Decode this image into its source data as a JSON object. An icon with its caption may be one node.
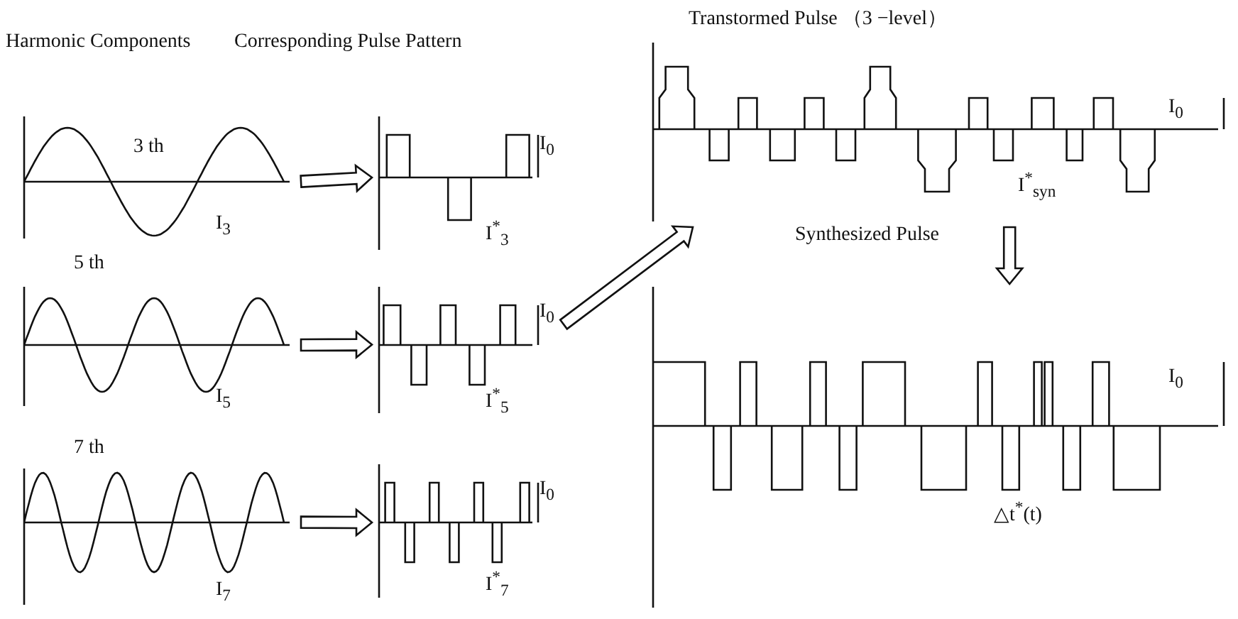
{
  "diagram": {
    "nodes": [
      {
        "text": [
          "3 th",
          "I$_{3}$"
        ]
      },
      {
        "text": [
          "I$_{0}$",
          "I$^{*}$$_{3}$"
        ]
      },
      {
        "text": [
          "5 th",
          "I$_{5}$"
        ]
      },
      {
        "text": [
          "I$_{0}$",
          "I$^{*}$$_{5}$"
        ]
      },
      {
        "text": [
          "7 th",
          "I$_{7}$"
        ]
      },
      {
        "text": [
          "I$_{0}$",
          "I$^{*}$$_{7}$"
        ]
      },
      {
        "text": [
          "Transtormed Pulse （3 −level）",
          "I$_{0}$",
          "I$^{*}$$_{syn}$"
        ]
      },
      {
        "text": [
          "I$_{0}$",
          "△t$^{*}$(t)"
        ]
      }
    ],
    "edges": [
      {
        "from": 0,
        "to": 1,
        "arrow": "to"
      },
      {
        "from": 2,
        "to": 3,
        "arrow": "to"
      },
      {
        "from": 4,
        "to": 5,
        "arrow": "to"
      },
      {
        "from": 3,
        "to": 6,
        "arrow": "to"
      },
      {
        "from": 6,
        "to": 7,
        "arrow": "to"
      }
    ],
    "labels": [
      "Harmonic Components",
      "Corresponding Pulse Pattern",
      "Synthesized Pulse"
    ]
  }
}
